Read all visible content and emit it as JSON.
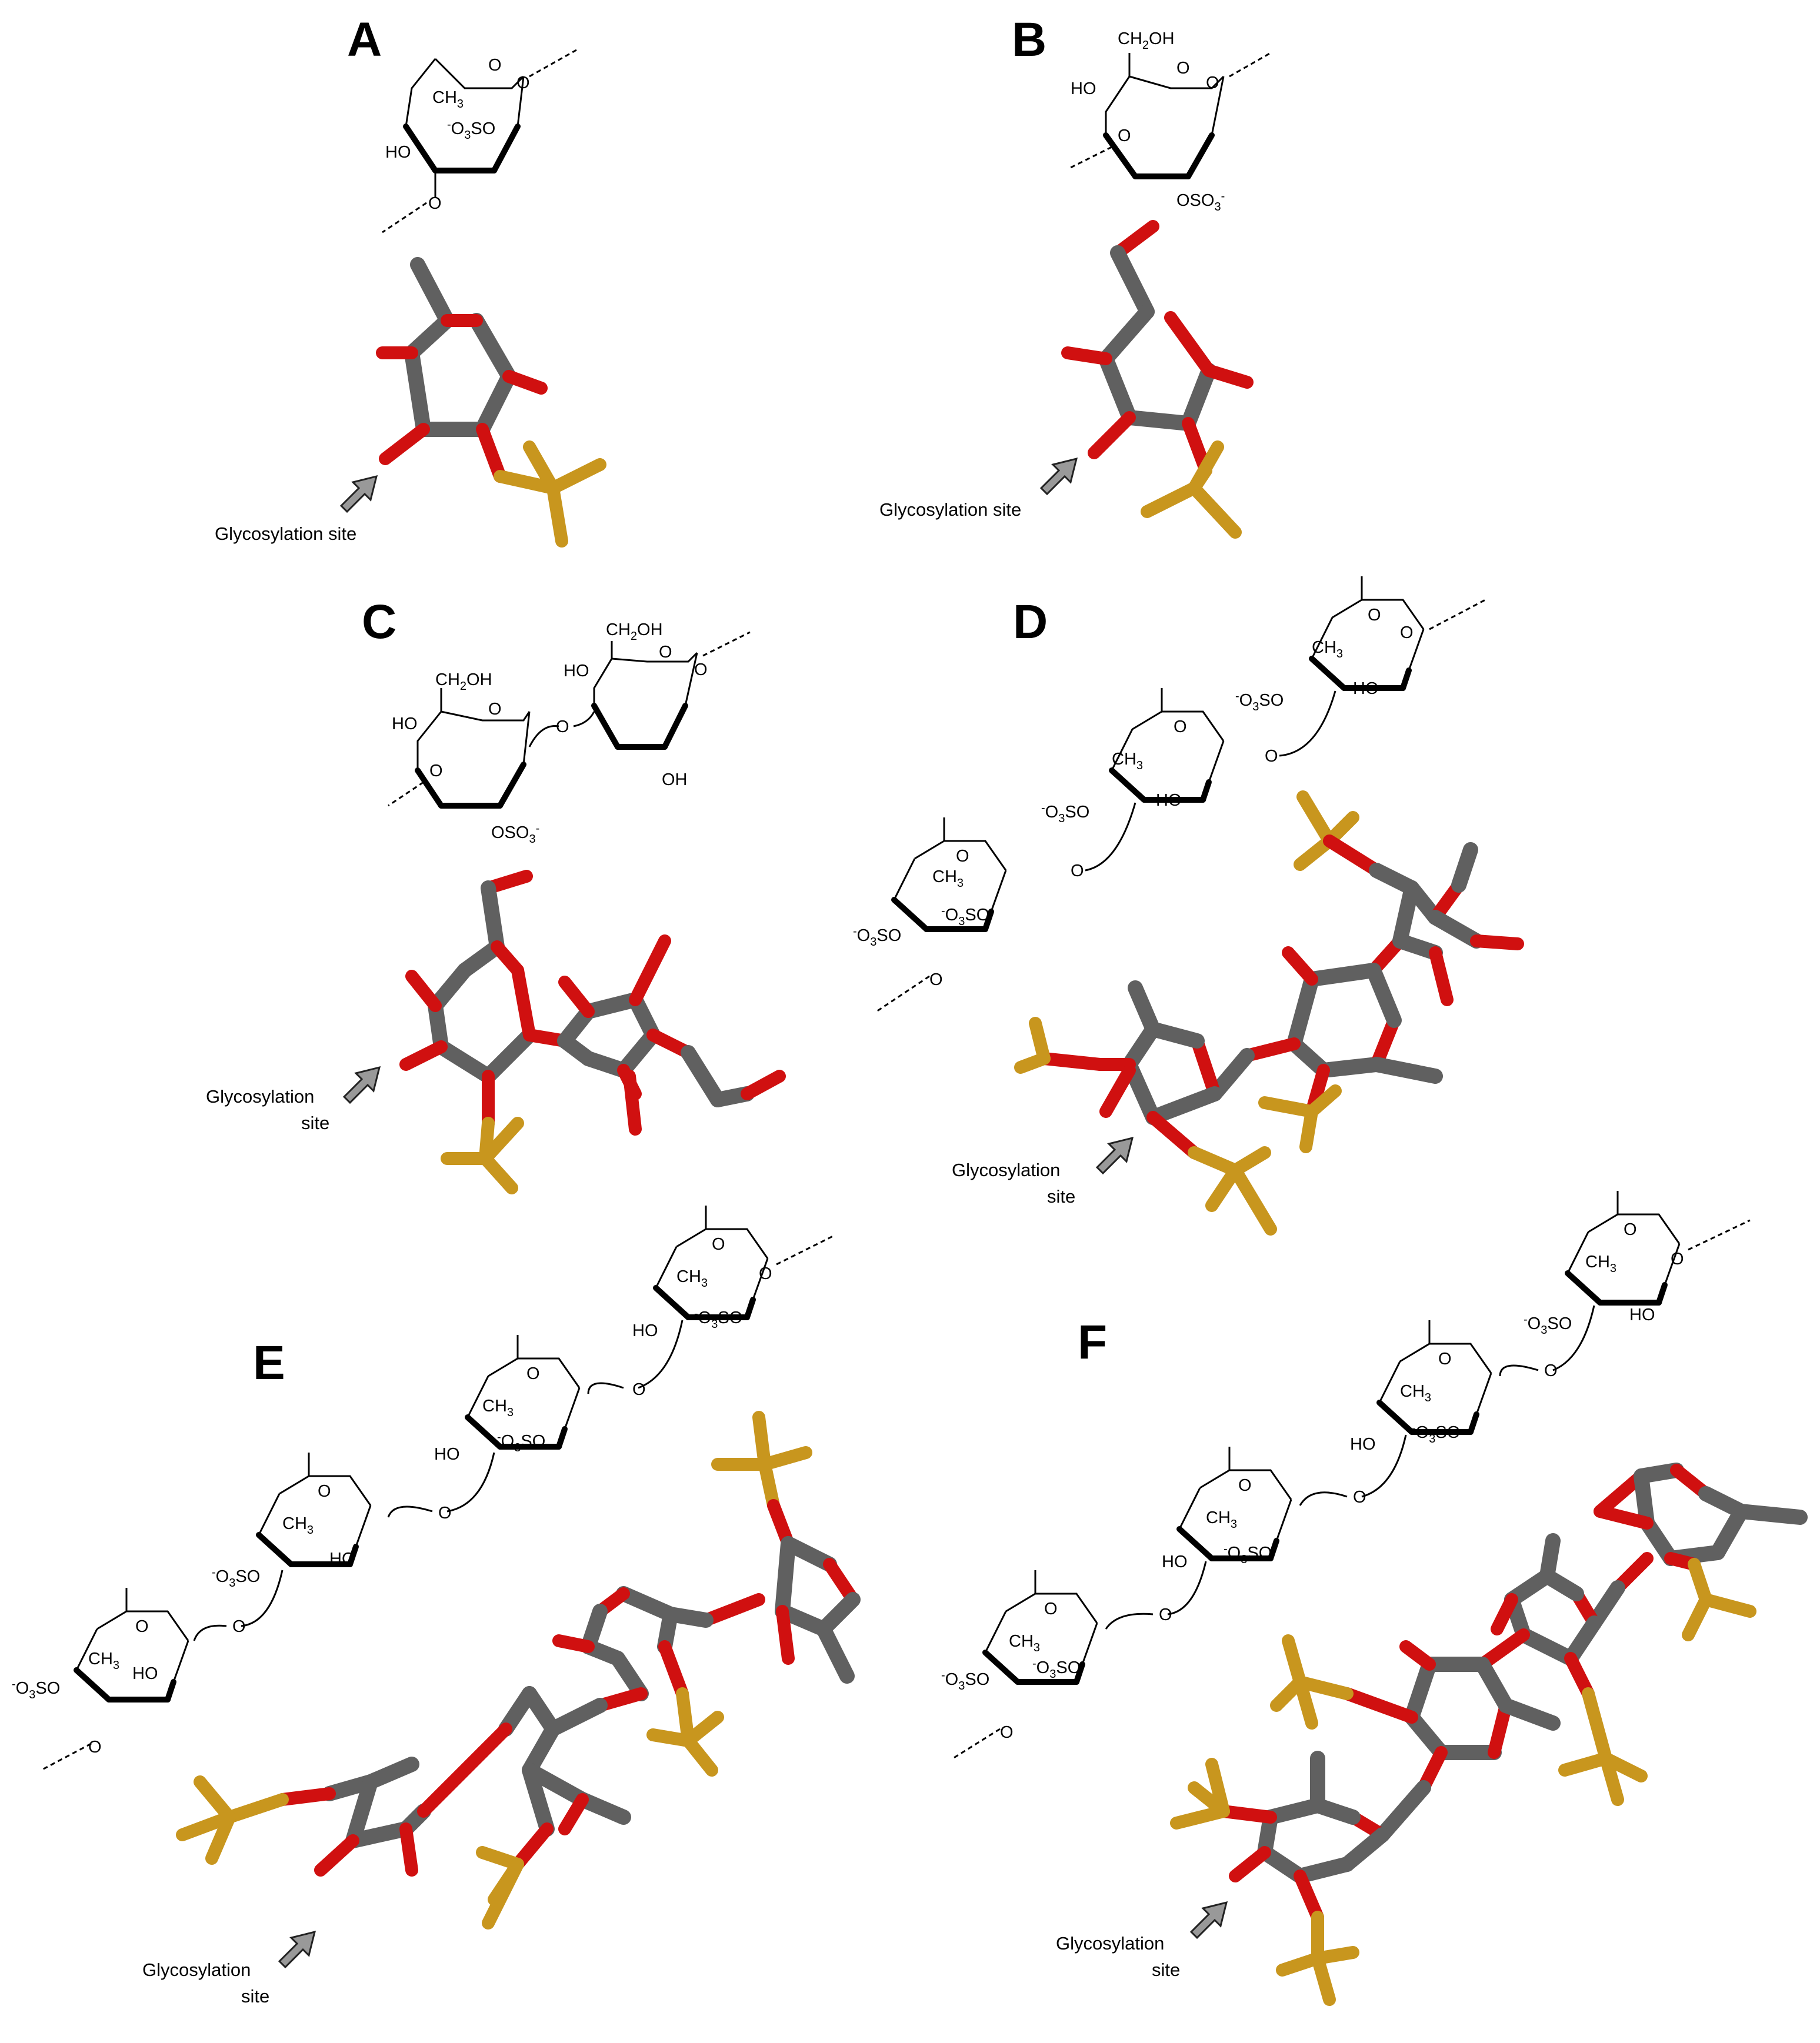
{
  "panels": [
    {
      "letter": "A",
      "glycosylation_label": "Glycosylation site"
    },
    {
      "letter": "B",
      "glycosylation_label": "Glycosylation site"
    },
    {
      "letter": "C",
      "glycosylation_label_line1": "Glycosylation",
      "glycosylation_label_line2": "site"
    },
    {
      "letter": "D",
      "glycosylation_label_line1": "Glycosylation",
      "glycosylation_label_line2": "site"
    },
    {
      "letter": "E",
      "glycosylation_label_line1": "Glycosylation",
      "glycosylation_label_line2": "site"
    },
    {
      "letter": "F",
      "glycosylation_label_line1": "Glycosylation",
      "glycosylation_label_line2": "site"
    }
  ],
  "labels": {
    "ring_oxygen": "O",
    "link_oxygen": "O",
    "methyl": "CH",
    "methyl_sub": "3",
    "hydroxyl": "HO",
    "hydroxyl_right": "OH",
    "hydroxymethyl_pre": "CH",
    "hydroxymethyl_sub": "2",
    "hydroxymethyl_post": "OH",
    "sulfate_left_charge": "-",
    "sulfate_left_pre": "O",
    "sulfate_left_sub": "3",
    "sulfate_left_post": "SO",
    "sulfate_right_pre": "OSO",
    "sulfate_right_sub": "3",
    "sulfate_right_charge": "-"
  }
}
